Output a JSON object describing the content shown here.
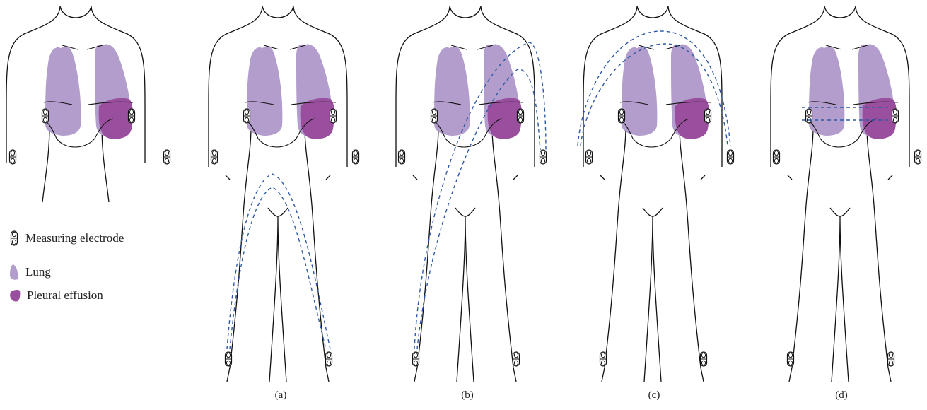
{
  "legend": {
    "electrode_label": "Measuring electrode",
    "lung_label": "Lung",
    "effusion_label": "Pleural effusion"
  },
  "captions": [
    "(a)",
    "(b)",
    "(c)",
    "(d)"
  ],
  "colors": {
    "lung": "#b39dcc",
    "effusion": "#9a4f9e",
    "outline": "#111111",
    "current_path": "#2f5aa6"
  },
  "figures": [
    {
      "id": "torso",
      "label": "",
      "legs_shown": false,
      "path_lead": "none"
    },
    {
      "id": "a",
      "label": "(a)",
      "legs_shown": true,
      "path_lead": "left ankle to right ankle"
    },
    {
      "id": "b",
      "label": "(b)",
      "legs_shown": true,
      "path_lead": "left ankle to right wrist"
    },
    {
      "id": "c",
      "label": "(c)",
      "legs_shown": true,
      "path_lead": "right wrist to left wrist"
    },
    {
      "id": "d",
      "label": "(d)",
      "legs_shown": true,
      "path_lead": "right chest to left chest"
    }
  ]
}
